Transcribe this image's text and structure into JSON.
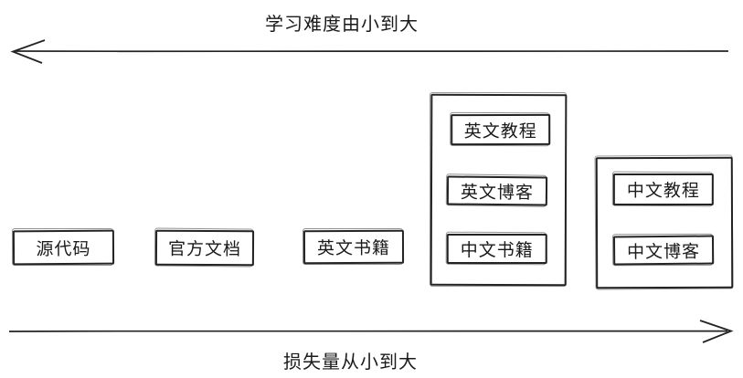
{
  "diagram": {
    "axes": {
      "top": {
        "label": "学习难度由小到大",
        "direction": "left"
      },
      "bottom": {
        "label": "损失量从小到大",
        "direction": "right"
      }
    },
    "nodes": [
      {
        "id": "source-code",
        "label": "源代码"
      },
      {
        "id": "official-docs",
        "label": "官方文档"
      },
      {
        "id": "english-books",
        "label": "英文书籍"
      }
    ],
    "groups": [
      {
        "id": "group-mid-difficulty",
        "items": [
          {
            "id": "english-tutorials",
            "label": "英文教程"
          },
          {
            "id": "english-blogs",
            "label": "英文博客"
          },
          {
            "id": "chinese-books",
            "label": "中文书籍"
          }
        ]
      },
      {
        "id": "group-easiest",
        "items": [
          {
            "id": "chinese-tutorials",
            "label": "中文教程"
          },
          {
            "id": "chinese-blogs",
            "label": "中文博客"
          }
        ]
      }
    ],
    "colors": {
      "stroke": "#232323",
      "background": "#ffffff",
      "text": "#1a1a1a"
    }
  }
}
